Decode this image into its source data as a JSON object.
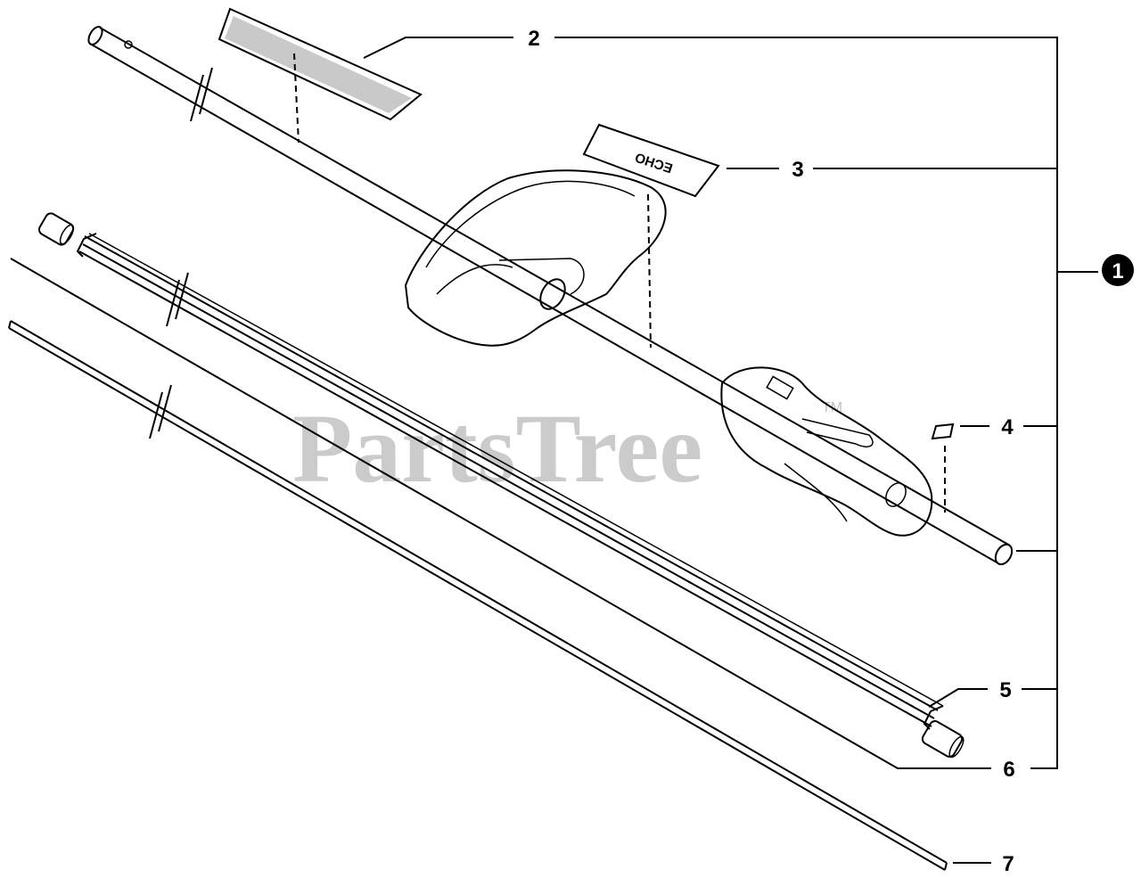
{
  "watermark": {
    "text": "PartsTree",
    "trademark": "TM"
  },
  "callouts": {
    "assembly": "1",
    "shaft_label": "2",
    "logo_decal": "3",
    "small_label": "4",
    "bushing": "5",
    "bushing_2": "6",
    "drive_shaft": "7"
  },
  "decal": {
    "brand_text": "ECHO"
  },
  "colors": {
    "line": "#000000",
    "watermark": "#000000",
    "background": "#ffffff"
  }
}
